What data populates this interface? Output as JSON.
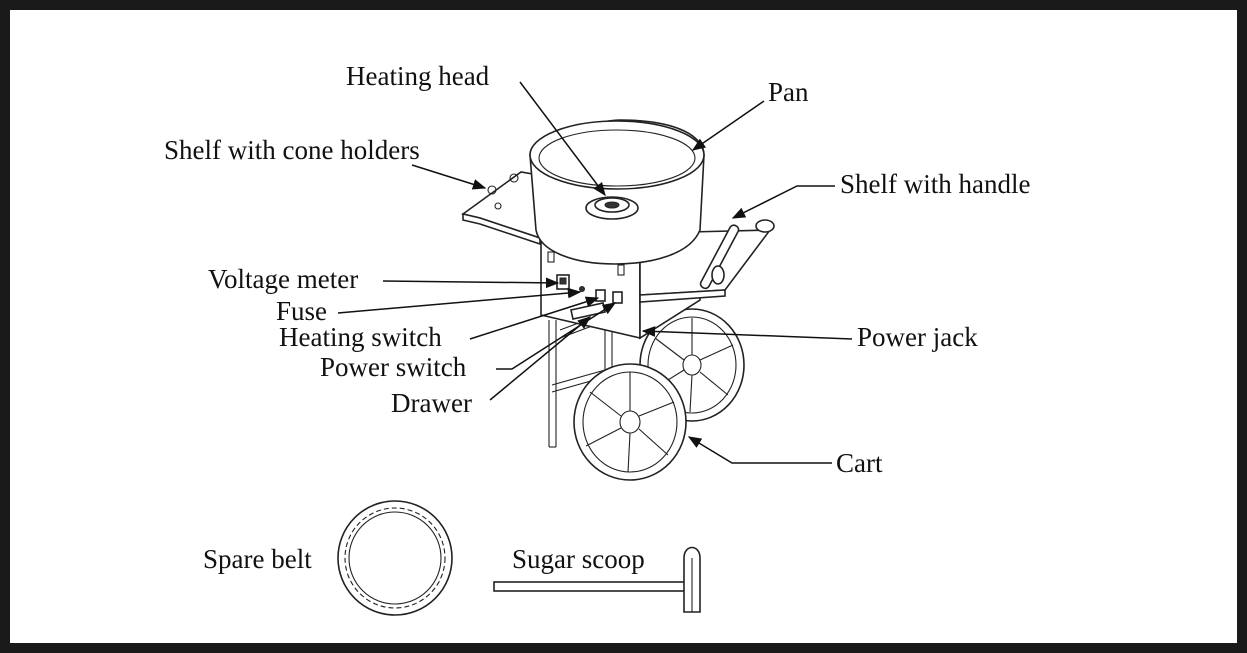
{
  "labels": {
    "heating_head": "Heating head",
    "pan": "Pan",
    "shelf_cone": "Shelf with cone holders",
    "shelf_handle": "Shelf with handle",
    "voltage_meter": "Voltage meter",
    "fuse": "Fuse",
    "heating_switch": "Heating switch",
    "power_switch": "Power switch",
    "drawer": "Drawer",
    "power_jack": "Power jack",
    "cart": "Cart",
    "spare_belt": "Spare belt",
    "sugar_scoop": "Sugar scoop"
  },
  "colors": {
    "ink": "#111111",
    "frame": "#1a1a1a",
    "background": "#ffffff"
  }
}
